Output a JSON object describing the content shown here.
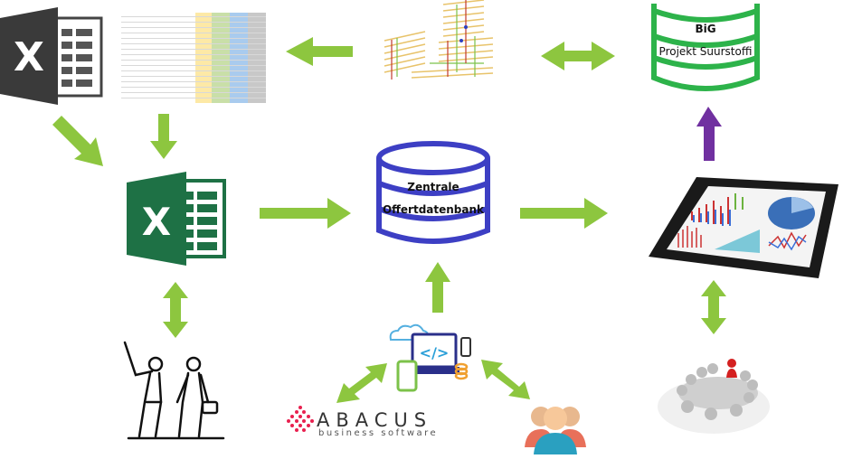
{
  "diagram": {
    "title": "Offert data flow",
    "nodes": {
      "excel_sketch": {
        "label": "Excel (sketch)",
        "icon": "excel-sketch-icon"
      },
      "spreadsheet": {
        "label": "Spreadsheet table",
        "icon": "spreadsheet-thumbnail"
      },
      "bim_model": {
        "label": "3D building model",
        "icon": "building-model-icon"
      },
      "big_db": {
        "line1": "BiG",
        "line2": "Projekt Suurstoffi",
        "color": "#2db34a"
      },
      "excel_main": {
        "label": "Excel",
        "icon": "excel-icon",
        "color": "#1e7145"
      },
      "central_db": {
        "line1": "Zentrale",
        "line2": "Offertdatenbank",
        "color": "#3d3fc4"
      },
      "tablet": {
        "label": "Analytics dashboard tablet",
        "icon": "tablet-dashboard-icon"
      },
      "workers": {
        "label": "Field workers",
        "icon": "workers-sketch-icon"
      },
      "software_dev": {
        "label": "Software development",
        "icon": "software-dev-icon"
      },
      "abacus": {
        "name": "ABACUS",
        "tagline": "business software",
        "color": "#e8204f"
      },
      "users": {
        "label": "Users",
        "icon": "users-group-icon"
      },
      "meeting": {
        "label": "Meeting",
        "icon": "meeting-table-icon"
      }
    },
    "arrows": {
      "green": "#8dc63f",
      "purple": "#7030a0"
    }
  }
}
